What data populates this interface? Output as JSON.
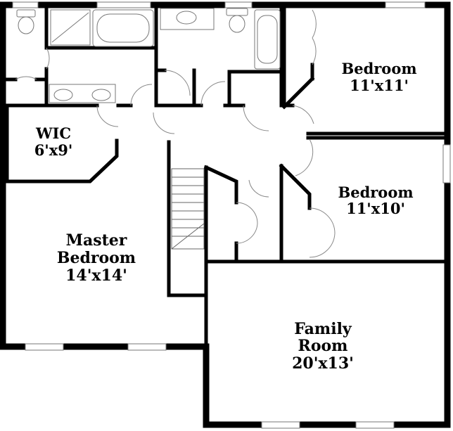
{
  "rooms": [
    {
      "id": "bedroom-2",
      "name": "Bedroom",
      "size": "11'x11'"
    },
    {
      "id": "wic",
      "name": "WIC",
      "size": "6'x9'"
    },
    {
      "id": "bedroom-3",
      "name": "Bedroom",
      "size": "11'x10'"
    },
    {
      "id": "master",
      "name": "Master Bedroom",
      "name_line1": "Master",
      "name_line2": "Bedroom",
      "size": "14'x14'"
    },
    {
      "id": "family",
      "name": "Family Room",
      "name_line1": "Family",
      "name_line2": "Room",
      "size": "20'x13'"
    }
  ]
}
